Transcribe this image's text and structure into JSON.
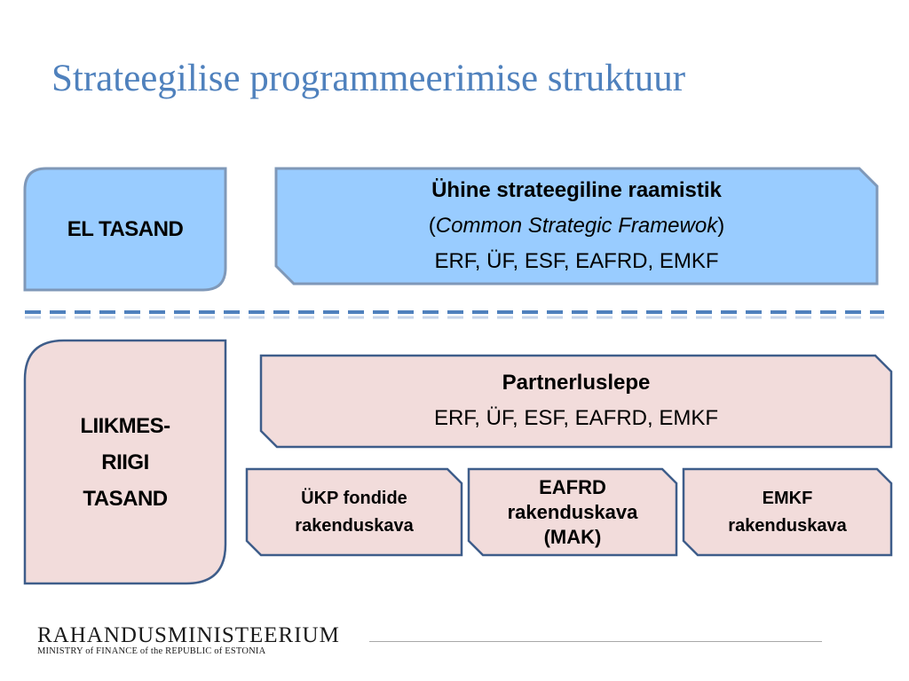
{
  "title": "Strateegilise programmeerimise struktuur",
  "colors": {
    "title": "#4f81bd",
    "eu_fill": "#99ccff",
    "member_fill": "#f2dcdb",
    "border": "#4a6a94",
    "dash_blue": "#4f81bd",
    "dash_light": "#c6d4ea"
  },
  "eu_level": {
    "label": "EL TASAND",
    "framework": {
      "title": "Ühine strateegiline raamistik",
      "paren_open": "(",
      "subtitle_italic": "Common Strategic Framewok",
      "paren_close": ")",
      "funds": "ERF, ÜF, ESF, EAFRD, EMKF"
    }
  },
  "member_level": {
    "label_lines": [
      "LIIKMES-",
      "RIIGI",
      "TASAND"
    ],
    "partnership": {
      "title": "Partnerluslepe",
      "funds": "ERF, ÜF, ESF, EAFRD, EMKF"
    },
    "programmes": [
      {
        "lines": [
          "ÜKP fondide",
          "rakenduskava"
        ]
      },
      {
        "lines": [
          "EAFRD",
          "rakenduskava",
          "(MAK)"
        ]
      },
      {
        "lines": [
          "EMKF",
          "rakenduskava"
        ]
      }
    ]
  },
  "footer": {
    "brand": "RAHANDUSMINISTEERIUM",
    "brand_sub": "MINISTRY of FINANCE of the REPUBLIC of ESTONIA"
  }
}
